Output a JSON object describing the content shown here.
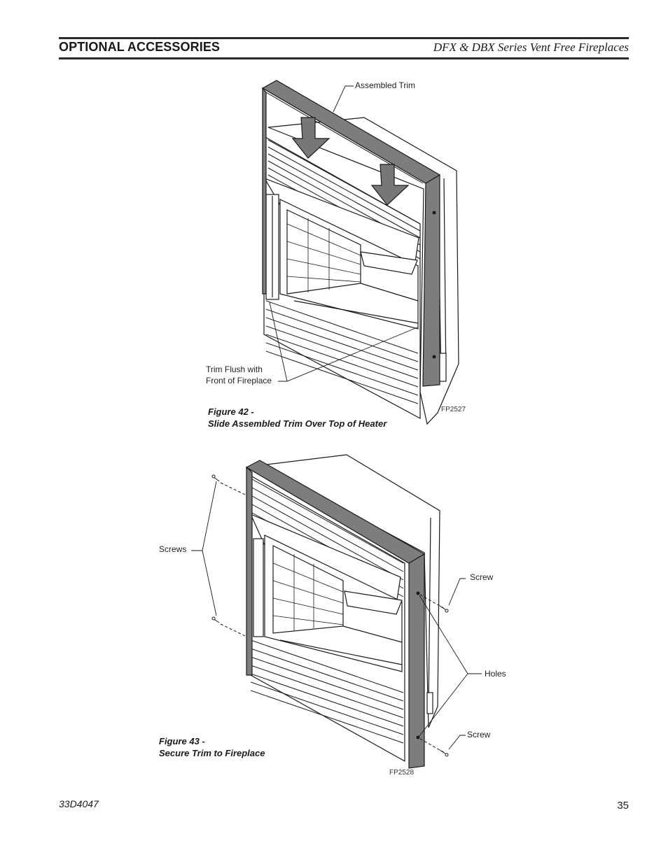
{
  "header": {
    "section_title": "OPTIONAL ACCESSORIES",
    "series_title": "DFX & DBX Series Vent Free Fireplaces"
  },
  "figure42": {
    "label_assembled_trim": "Assembled Trim",
    "label_trim_flush_line1": "Trim Flush with",
    "label_trim_flush_line2": "Front of Fireplace",
    "caption_line1": "Figure 42 -",
    "caption_line2": "Slide Assembled Trim Over Top of Heater",
    "code": "FP2527"
  },
  "figure43": {
    "label_screws": "Screws",
    "label_screw_top": "Screw",
    "label_holes": "Holes",
    "label_screw_bottom": "Screw",
    "caption_line1": "Figure 43 -",
    "caption_line2": "Secure Trim to Fireplace",
    "code": "FP2528"
  },
  "footer": {
    "doc_number": "33D4047",
    "page_number": "35"
  }
}
